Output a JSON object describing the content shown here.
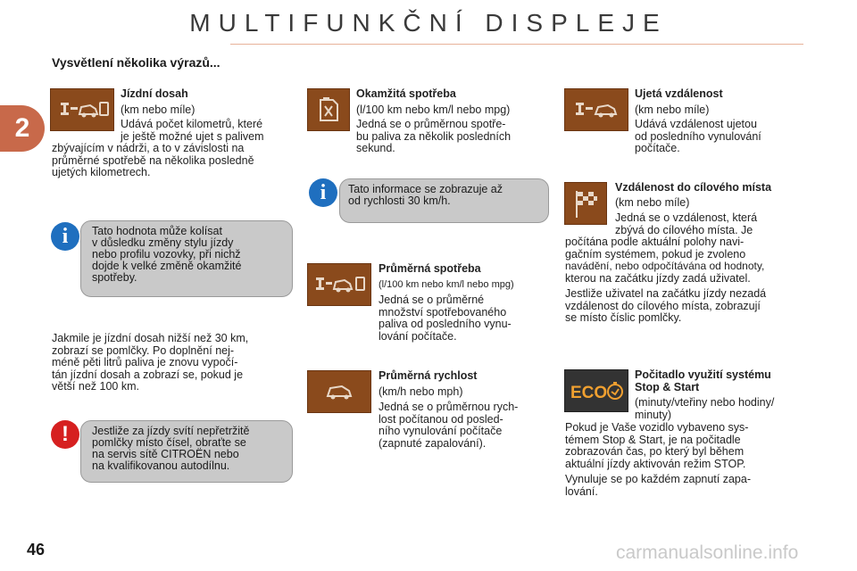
{
  "header": {
    "title": "MULTIFUNKČNÍ DISPLEJE",
    "chapter": "2"
  },
  "section": {
    "title": "Vysvětlení několika výrazů..."
  },
  "col1": {
    "range": {
      "title": "Jízdní dosah",
      "unit": "(km nebo míle)",
      "l1": "Udává počet kilometrů, které",
      "l2": "je ještě možné ujet s palivem",
      "l3": "zbývajícím v nádrži, a to v závislosti na",
      "l4": "průměrné spotřebě na několika posledně",
      "l5": "ujetých kilometrech."
    },
    "note_info": {
      "l1": "Tato hodnota může kolísat",
      "l2": "v důsledku změny stylu jízdy",
      "l3": "nebo profilu vozovky, při nichž",
      "l4": "dojde k velké změně okamžité",
      "l5": "spotřeby."
    },
    "para": {
      "l1": "Jakmile je jízdní dosah nižší než 30 km,",
      "l2": "zobrazí se pomlčky. Po doplnění nej-",
      "l3": "méně pěti litrů paliva je znovu vypočí-",
      "l4": "tán jízdní dosah a zobrazí se, pokud je",
      "l5": "větší než 100 km."
    },
    "note_warn": {
      "l1": "Jestliže za jízdy svítí nepřetržitě",
      "l2": "pomlčky místo čísel, obraťte se",
      "l3": "na servis sítě CITROËN nebo",
      "l4": "na kvalifikovanou autodílnu."
    }
  },
  "col2": {
    "instant": {
      "title": "Okamžitá spotřeba",
      "unit": "(l/100 km nebo km/l nebo mpg)",
      "l1": "Jedná se o průměrnou spotře-",
      "l2": "bu paliva za několik posledních",
      "l3": "sekund."
    },
    "note_info": {
      "l1": "Tato informace se zobrazuje až",
      "l2": "od rychlosti 30 km/h."
    },
    "avg_cons": {
      "title": "Průměrná spotřeba",
      "unit": "(l/100 km nebo km/l nebo mpg)",
      "l1": "Jedná se o průměrné",
      "l2": "množství spotřebovaného",
      "l3": "paliva od posledního vynu-",
      "l4": "lování počítače."
    },
    "avg_speed": {
      "title": "Průměrná rychlost",
      "unit": "(km/h nebo mph)",
      "l1": "Jedná se o průměrnou rych-",
      "l2": "lost počítanou od posled-",
      "l3": "ního vynulování počítače",
      "l4": "(zapnuté zapalování)."
    }
  },
  "col3": {
    "distance": {
      "title": "Ujetá vzdálenost",
      "unit": "(km nebo míle)",
      "l1": "Udává vzdálenost ujetou",
      "l2": "od posledního vynulování",
      "l3": "počítače."
    },
    "destination": {
      "title": "Vzdálenost do cílového místa",
      "unit": "(km nebo míle)",
      "l1": "Jedná se o vzdálenost, která",
      "l2": "zbývá do cílového místa. Je",
      "l3": "počítána podle aktuální polohy navi-",
      "l4": "gačním systémem, pokud je zvoleno",
      "l5": "navádění, nebo odpočítávána od hodnoty,",
      "l6": "kterou na začátku jízdy zadá uživatel.",
      "l7": "Jestliže uživatel na začátku jízdy nezadá",
      "l8": "vzdálenost do cílového místa, zobrazují",
      "l9": "se místo číslic pomlčky."
    },
    "stopstart": {
      "title1": "Počitadlo využití systému",
      "title2": "Stop & Start",
      "unit1": "(minuty/vteřiny nebo hodiny/",
      "unit2": "minuty)",
      "l1": "Pokud je Vaše vozidlo vybaveno sys-",
      "l2": "témem Stop & Start, je na počitadle",
      "l3": "zobrazován čas, po který byl během",
      "l4": "aktuální jízdy aktivován režim STOP.",
      "l5": "Vynuluje se po každém zapnutí zapa-",
      "l6": "lování.",
      "eco_label": "ECO"
    }
  },
  "footer": {
    "page_number": "46",
    "watermark": "carmanualsonline.info"
  },
  "colors": {
    "accent": "#c8694a",
    "icon_bg": "#8a4a1c",
    "note_bg": "#c9c9c9",
    "info": "#1f6fbf",
    "warning": "#d62020"
  }
}
